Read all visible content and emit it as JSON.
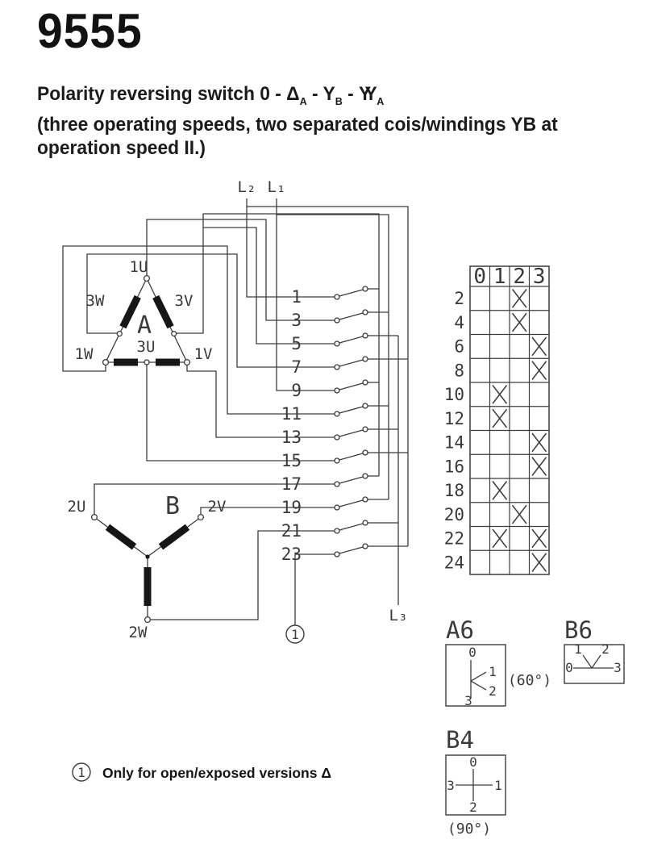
{
  "header": {
    "model": "9555",
    "title": {
      "prefix": "Polarity reversing switch 0 - ",
      "delta": "Δ",
      "sub_a1": "A",
      "sep1": " - ",
      "y": "Y",
      "sub_b": "B",
      "sep2": " - ",
      "yy": "YY",
      "sub_a2": "A"
    },
    "subtitle_line1": "(three operating speeds, two separated cois/windings YB at",
    "subtitle_line2": "operation speed II.)"
  },
  "schematic": {
    "line_labels": {
      "l2": "L₂",
      "l1": "L₁",
      "l3": "L₃"
    },
    "winding_a": {
      "name": "A",
      "t_1u": "1U",
      "t_3v": "3V",
      "t_3w": "3W",
      "t_1w": "1W",
      "t_3u": "3U",
      "t_1v": "1V"
    },
    "winding_b": {
      "name": "B",
      "t_2u": "2U",
      "t_2v": "2V",
      "t_2w": "2W"
    },
    "contact_numbers": [
      "1",
      "3",
      "5",
      "7",
      "9",
      "11",
      "13",
      "15",
      "17",
      "19",
      "21",
      "23"
    ],
    "note_marker": "1"
  },
  "contact_table": {
    "position_headers": [
      "0",
      "1",
      "2",
      "3"
    ],
    "rows": [
      {
        "contact": "2",
        "closed_at": [
          2
        ]
      },
      {
        "contact": "4",
        "closed_at": [
          2
        ]
      },
      {
        "contact": "6",
        "closed_at": [
          3
        ]
      },
      {
        "contact": "8",
        "closed_at": [
          3
        ]
      },
      {
        "contact": "10",
        "closed_at": [
          1
        ]
      },
      {
        "contact": "12",
        "closed_at": [
          1
        ]
      },
      {
        "contact": "14",
        "closed_at": [
          3
        ]
      },
      {
        "contact": "16",
        "closed_at": [
          3
        ]
      },
      {
        "contact": "18",
        "closed_at": [
          1
        ]
      },
      {
        "contact": "20",
        "closed_at": [
          2
        ]
      },
      {
        "contact": "22",
        "closed_at": [
          1,
          3
        ]
      },
      {
        "contact": "24",
        "closed_at": [
          3
        ]
      }
    ]
  },
  "position_diagrams": {
    "a6": {
      "label": "A6",
      "positions": {
        "p0": "0",
        "p1": "1",
        "p2": "2",
        "p3": "3"
      }
    },
    "b6": {
      "label": "B6",
      "positions": {
        "p0": "0",
        "p1": "1",
        "p2": "2",
        "p3": "3"
      }
    },
    "b4": {
      "label": "B4",
      "positions": {
        "p0": "0",
        "p1": "1",
        "p2": "2",
        "p3": "3"
      },
      "angle": "(90°)"
    },
    "angle_between": "(60°)"
  },
  "footnote": {
    "marker": "1",
    "text": "Only for open/exposed versions Δ"
  },
  "colors": {
    "ink": "#3a3a3a",
    "line": "#3c3c3c",
    "bar": "#161616"
  }
}
